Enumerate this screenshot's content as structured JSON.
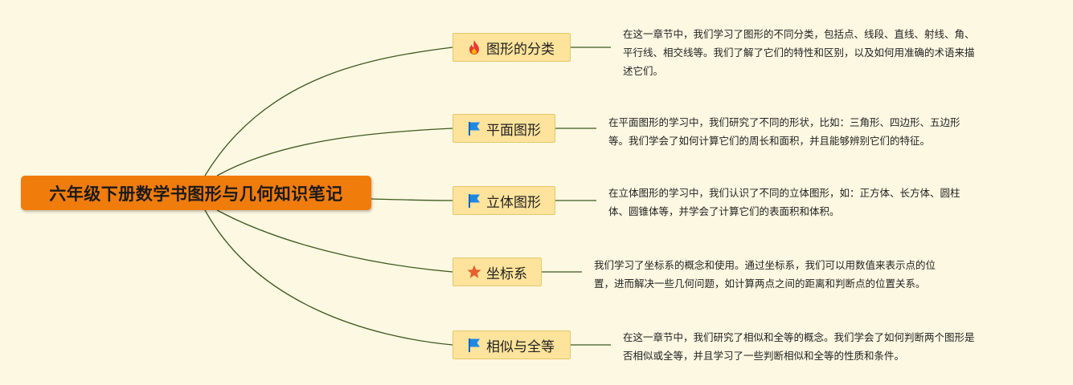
{
  "root": {
    "title": "六年级下册数学书图形与几何知识笔记"
  },
  "branches": [
    {
      "icon": "fire-icon",
      "label": "图形的分类",
      "note_lines": [
        "在这一章节中，我们学习了图形的不同分类，包括点、线段、直线、射线、角、",
        "平行线、相交线等。我们了解了它们的特性和区别，以及如何用准确的术语来描",
        "述它们。"
      ]
    },
    {
      "icon": "flag-icon",
      "label": "平面图形",
      "note_lines": [
        "在平面图形的学习中，我们研究了不同的形状，比如：三角形、四边形、五边形",
        "等。我们学会了如何计算它们的周长和面积，并且能够辨别它们的特征。"
      ]
    },
    {
      "icon": "flag-icon",
      "label": "立体图形",
      "note_lines": [
        "在立体图形的学习中，我们认识了不同的立体图形，如：正方体、长方体、圆柱",
        "体、圆锥体等，并学会了计算它们的表面积和体积。"
      ]
    },
    {
      "icon": "star-icon",
      "label": "坐标系",
      "note_lines": [
        "我们学习了坐标系的概念和使用。通过坐标系，我们可以用数值来表示点的位",
        "置，进而解决一些几何问题，如计算两点之间的距离和判断点的位置关系。"
      ]
    },
    {
      "icon": "flag-icon",
      "label": "相似与全等",
      "note_lines": [
        "在这一章节中，我们研究了相似和全等的概念。我们学会了如何判断两个图形是",
        "否相似或全等，并且学习了一些判断相似和全等的性质和条件。"
      ]
    }
  ],
  "colors": {
    "background": "#fdf8e2",
    "root_fill": "#f07c0c",
    "topic_fill": "#fde39b",
    "connector": "#3b5a1f",
    "flag": "#1e88e5",
    "star": "#e8602c",
    "fire": "#e53935"
  }
}
